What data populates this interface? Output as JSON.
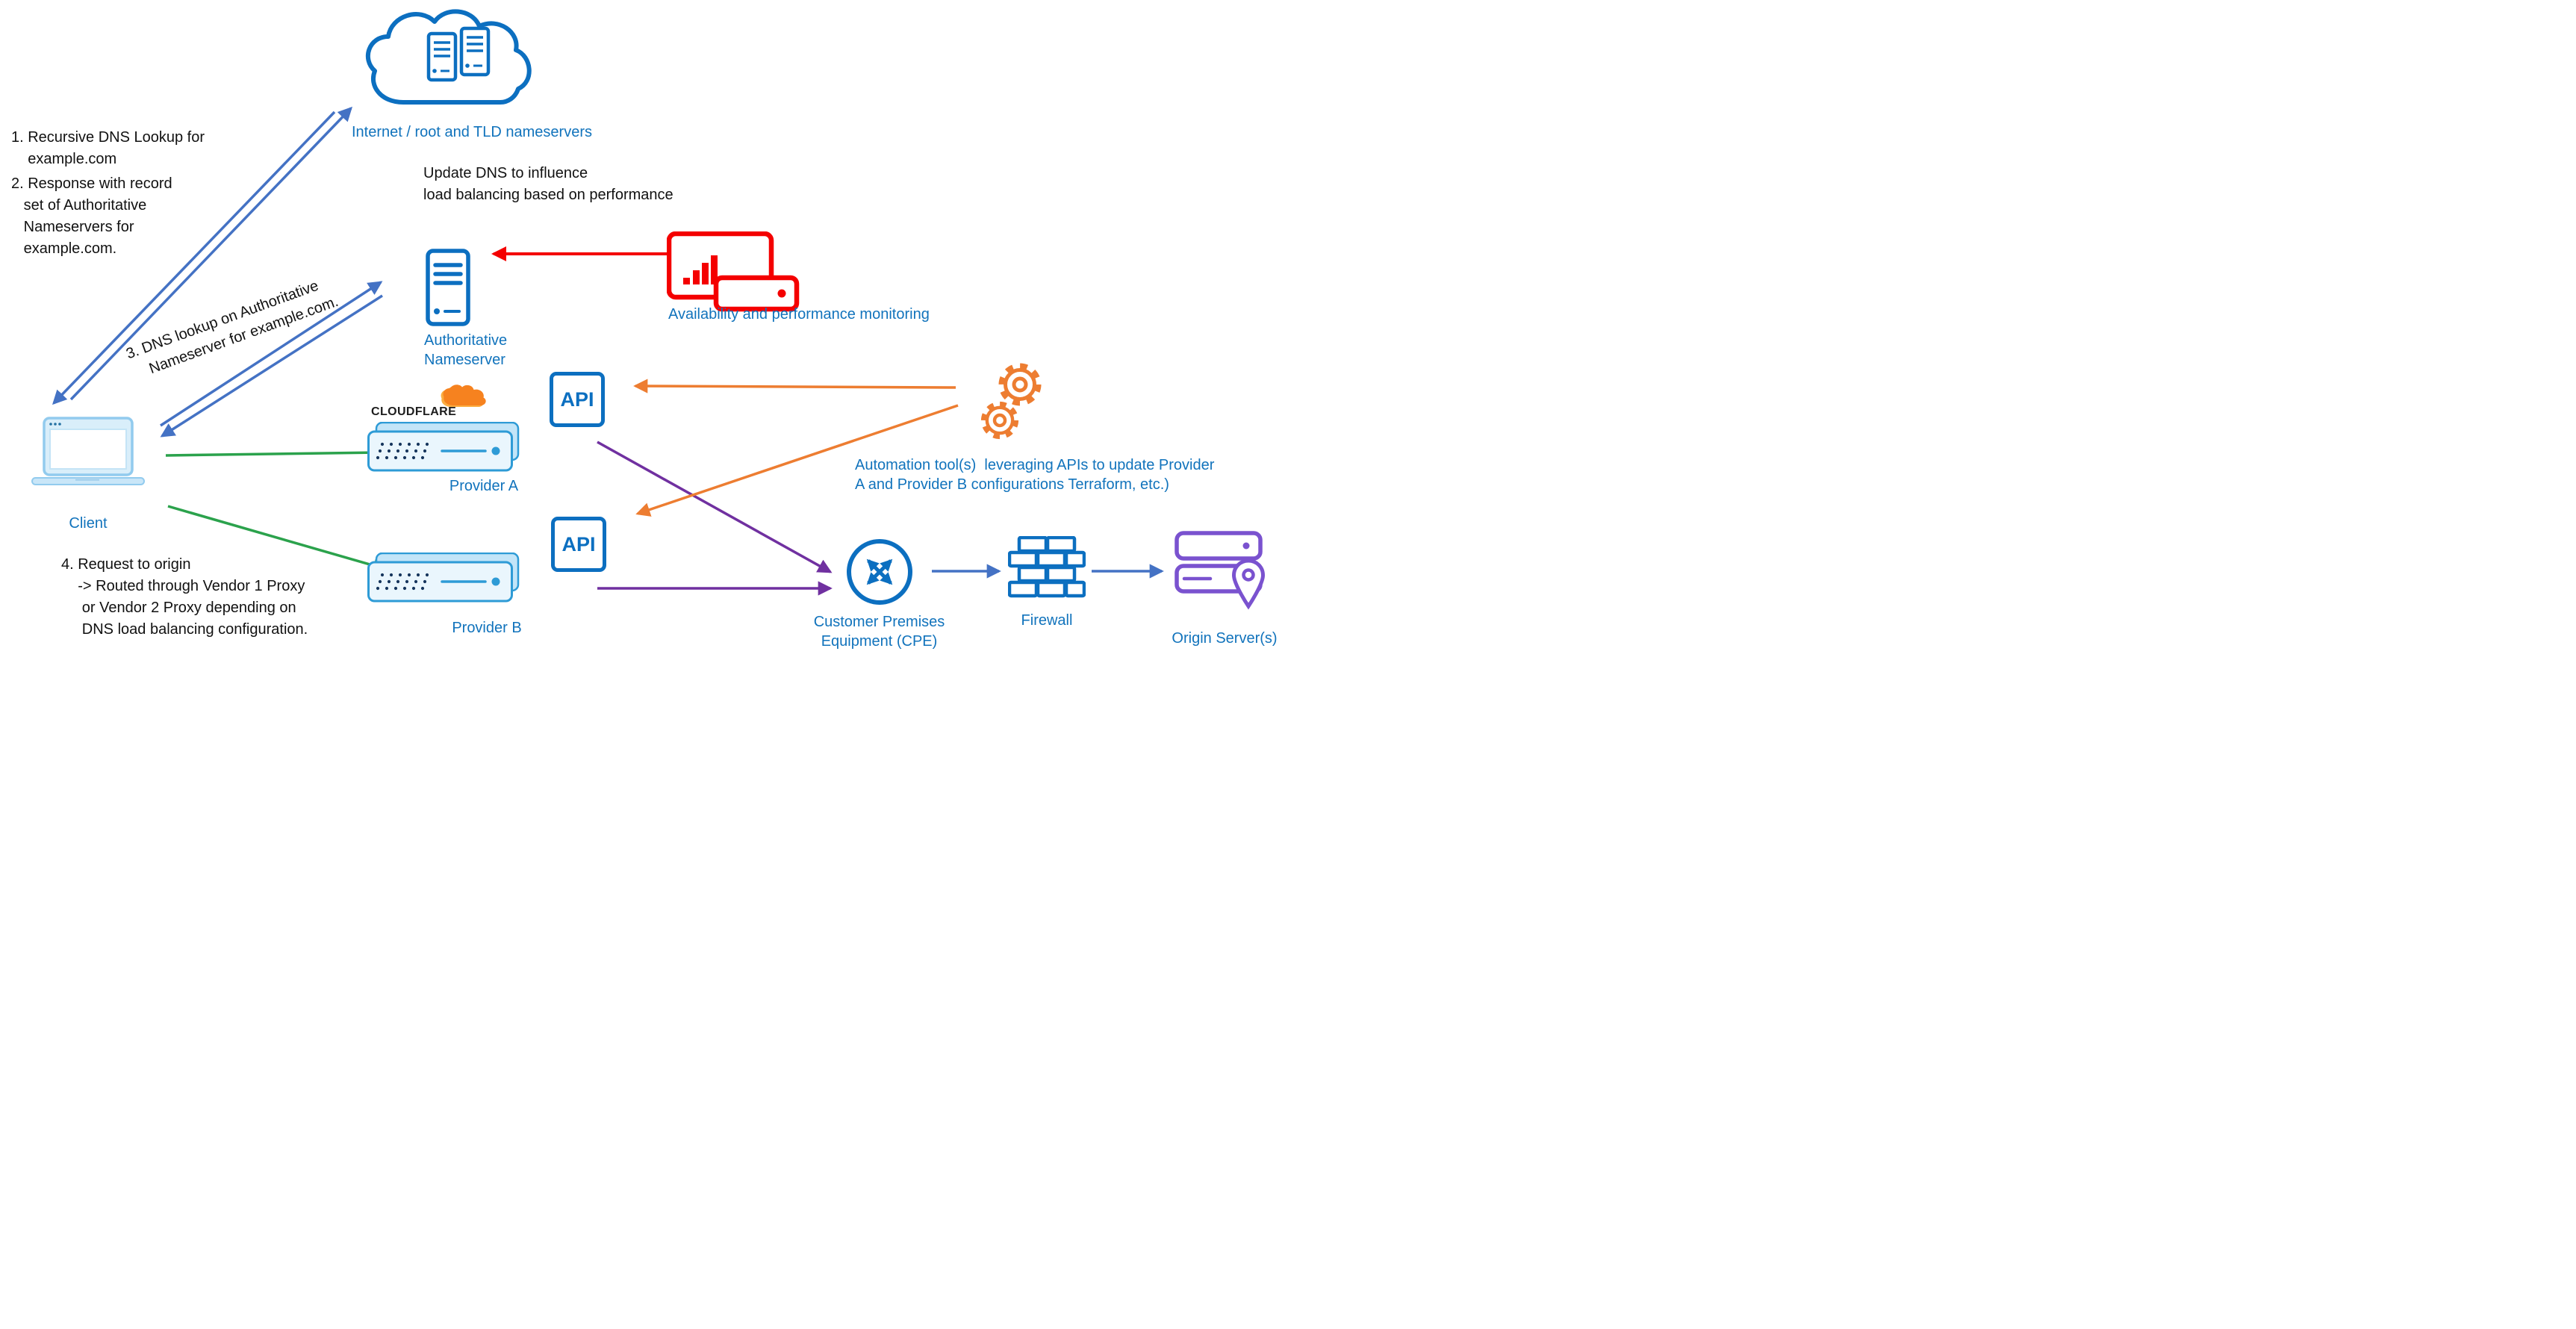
{
  "colors": {
    "icon_blue": "#0C6FC0",
    "label_blue": "#1173BC",
    "arrow_blue": "#4472C4",
    "green": "#2BA24C",
    "purple_arrow": "#7030A0",
    "purple_icon": "#7A52CF",
    "orange": "#ED7D31",
    "red": "#F40000",
    "cloudflare_orange": "#F6821F",
    "light_blue_fill": "#EAF6FD"
  },
  "nodes": {
    "internet": {
      "label": "Internet / root and TLD nameservers"
    },
    "client": {
      "label": "Client"
    },
    "auth_nameserver": {
      "label": "Authoritative\nNameserver"
    },
    "monitoring": {
      "label": "Availability and performance monitoring"
    },
    "provider_a": {
      "label": "Provider A",
      "brand": "CLOUDFLARE",
      "api": "API"
    },
    "provider_b": {
      "label": "Provider B",
      "api": "API"
    },
    "automation": {
      "label": "Automation tool(s)  leveraging APIs to update Provider\nA and Provider B configurations Terraform, etc.)"
    },
    "cpe": {
      "label": "Customer Premises\nEquipment (CPE)"
    },
    "firewall": {
      "label": "Firewall"
    },
    "origin": {
      "label": "Origin Server(s)"
    }
  },
  "annotations": {
    "step1": "1. Recursive DNS Lookup for\n    example.com",
    "step2": "2. Response with record\n   set of Authoritative\n   Nameservers for\n   example.com.",
    "step3": "3. DNS lookup on Authoritative\n    Nameserver for example.com.",
    "step4": "4. Request to origin\n    -> Routed through Vendor 1 Proxy\n     or Vendor 2 Proxy depending on\n     DNS load balancing configuration.",
    "update_dns": "Update DNS to influence\nload balancing based on performance"
  }
}
